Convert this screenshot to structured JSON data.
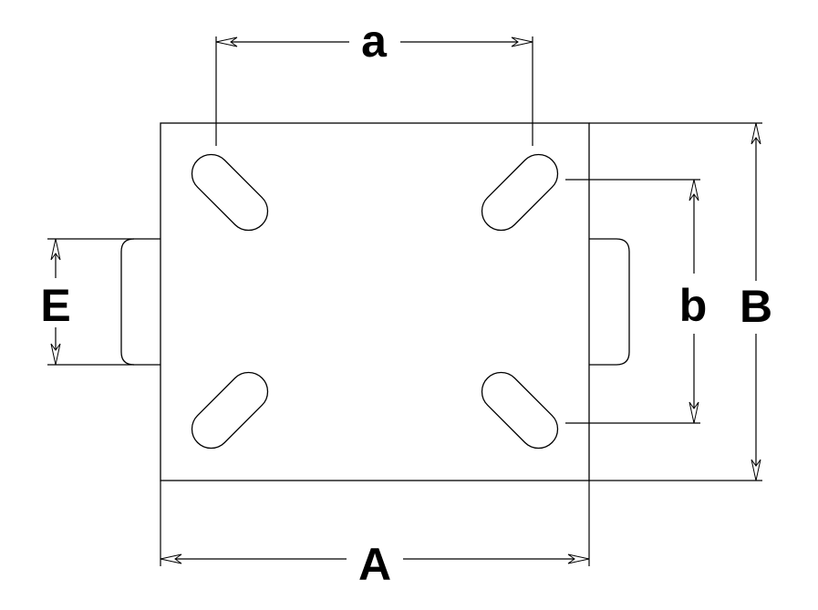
{
  "dimensions": {
    "a": "a",
    "b": "b",
    "A": "A",
    "B": "B",
    "E": "E"
  },
  "colors": {
    "line": "#000000",
    "background": "#ffffff"
  }
}
